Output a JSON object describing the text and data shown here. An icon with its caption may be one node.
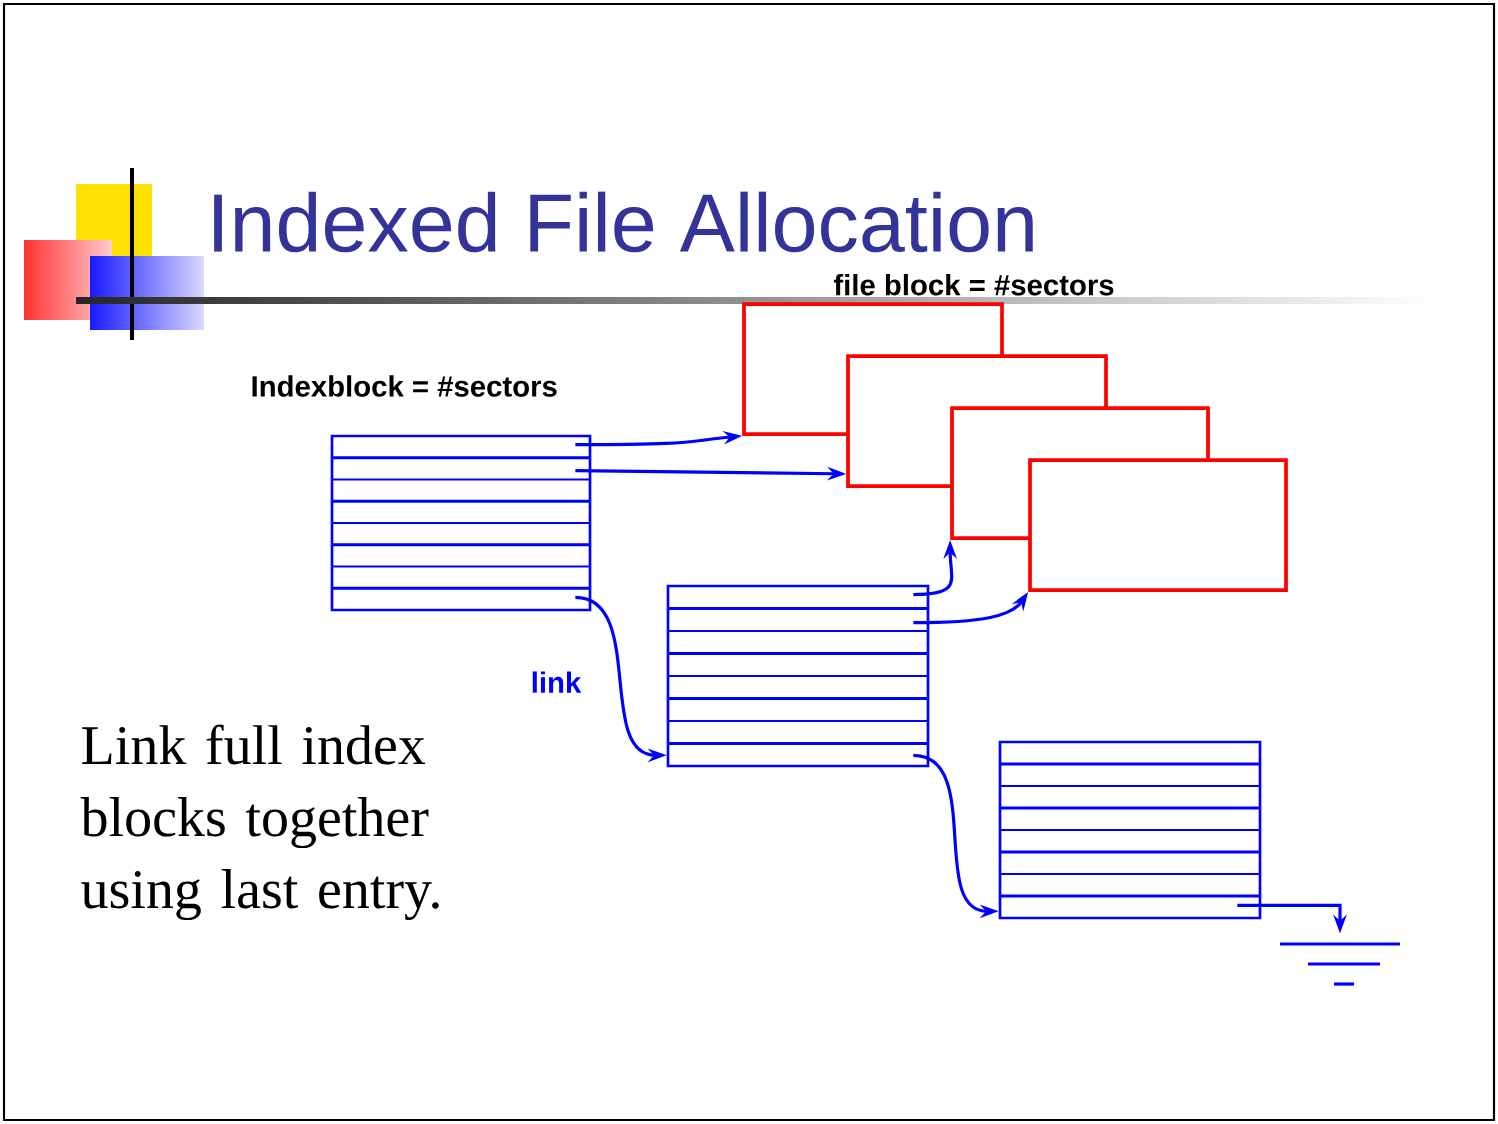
{
  "diagram": {
    "title": "Indexed File Allocation",
    "nodes": [
      {
        "text": [],
        "shape": "box"
      },
      {
        "text": [],
        "shape": "box"
      },
      {
        "text": [],
        "shape": "box"
      },
      {
        "text": [],
        "shape": "box"
      },
      {
        "text": [],
        "shape": "box"
      },
      {
        "text": [],
        "shape": "box"
      },
      {
        "text": [],
        "shape": "box"
      },
      {
        "text": [],
        "shape": "ground"
      }
    ],
    "edges": [
      {
        "from": 0,
        "to": 3,
        "arrow": "to"
      },
      {
        "from": 0,
        "to": 4,
        "arrow": "to"
      },
      {
        "from": 0,
        "to": 1,
        "arrow": "to",
        "label": "link"
      },
      {
        "from": 1,
        "to": 5,
        "arrow": "to"
      },
      {
        "from": 1,
        "to": 6,
        "arrow": "to"
      },
      {
        "from": 1,
        "to": 2,
        "arrow": "to"
      },
      {
        "from": 2,
        "to": 7,
        "arrow": "to"
      }
    ],
    "labels": [
      "file  block = #sectors",
      "Indexblock = #sectors",
      "Link full index blocks together using last entry."
    ]
  }
}
